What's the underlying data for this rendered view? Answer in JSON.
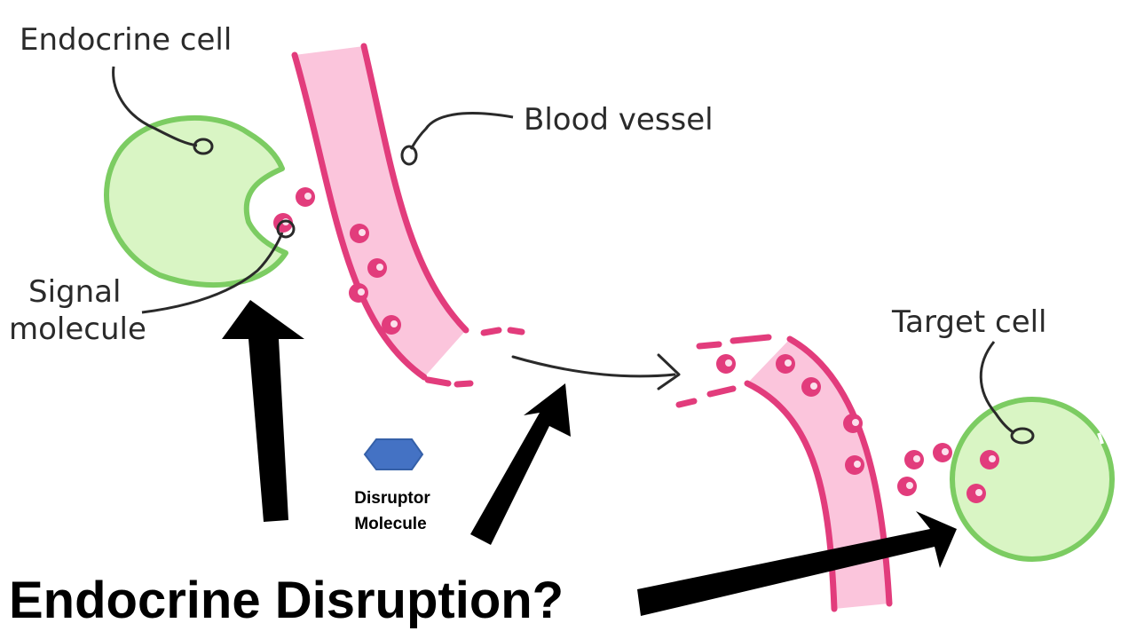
{
  "labels": {
    "endocrine_cell": "Endocrine cell",
    "blood_vessel": "Blood vessel",
    "signal_line1": "Signal",
    "signal_line2": "molecule",
    "target_cell": "Target cell",
    "disruptor_line1": "Disruptor",
    "disruptor_line2": "Molecule",
    "title": "Endocrine Disruption?"
  },
  "colors": {
    "cell_fill": "#d9f5c4",
    "cell_stroke": "#7ccc62",
    "vessel_fill": "#fbc5dc",
    "vessel_stroke": "#e23c7c",
    "molecule": "#e23c7c",
    "disruptor": "#4472c4",
    "arrow": "#000000",
    "leader": "#2a2a2a"
  }
}
